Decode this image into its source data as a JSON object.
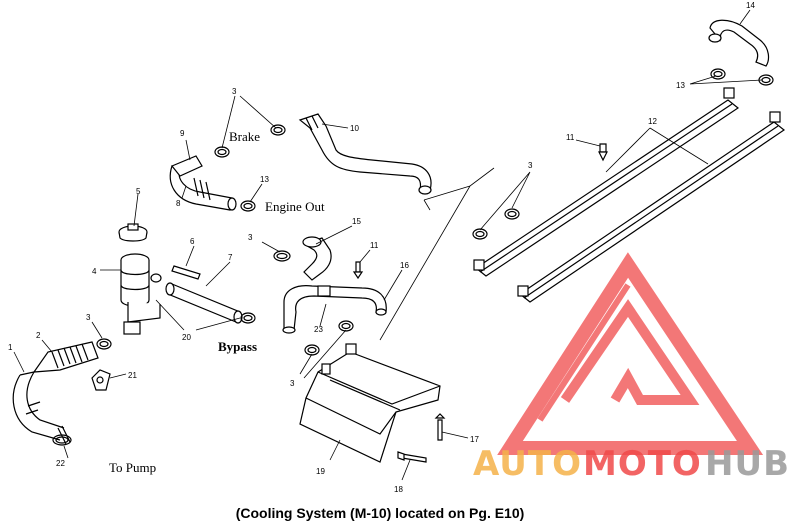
{
  "callouts": {
    "n1": "1",
    "n2": "2",
    "n3a": "3",
    "n3b": "3",
    "n3c": "3",
    "n3d": "3",
    "n3e": "3",
    "n4": "4",
    "n5": "5",
    "n6": "6",
    "n7": "7",
    "n8": "8",
    "n9": "9",
    "n10": "10",
    "n11a": "11",
    "n11b": "11",
    "n12": "12",
    "n13a": "13",
    "n13b": "13",
    "n14": "14",
    "n15": "15",
    "n16": "16",
    "n17": "17",
    "n18": "18",
    "n19": "19",
    "n20": "20",
    "n21": "21",
    "n22": "22",
    "n23": "23"
  },
  "labels": {
    "brake": "Brake",
    "engine_out": "Engine Out",
    "bypass": "Bypass",
    "to_pump": "To Pump"
  },
  "caption": "(Cooling System (M-10) located on Pg. E10)",
  "watermark": {
    "part1": "AUTO",
    "part2": "MOTO",
    "part3": "HUB",
    "color_red": "#f04a4a",
    "color_orange": "#f5b24a",
    "color_gray": "#9a9a9a"
  }
}
